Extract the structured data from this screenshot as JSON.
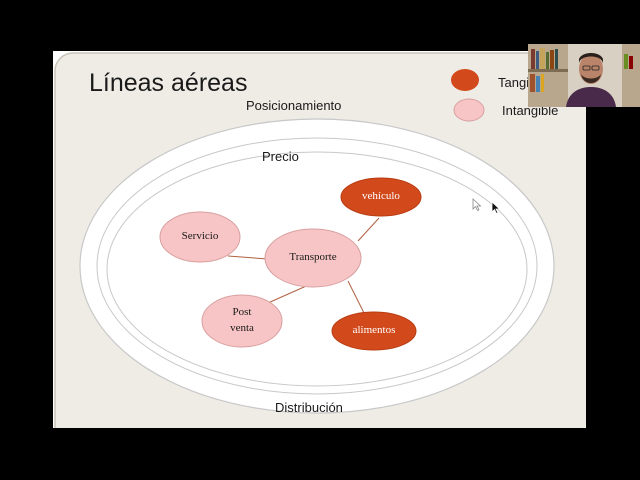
{
  "slide": {
    "title": "Líneas aéreas",
    "rings": {
      "outer": "Posicionamiento",
      "middle": "Precio",
      "bottom": "Distribución"
    },
    "legend": [
      {
        "label": "Tangible",
        "color": "#d24a1c"
      },
      {
        "label": "Intangible",
        "color": "#f7c5c5"
      }
    ],
    "nodes": {
      "center": "Transporte",
      "servicio": "Servicio",
      "postventa_line1": "Post",
      "postventa_line2": "venta",
      "vehiculo": "vehículo",
      "alimentos": "alimentos"
    }
  },
  "colors": {
    "tangible": "#d24a1c",
    "intangible": "#f7c5c5",
    "slide_bg": "#efece6",
    "ring_stroke": "#bbbbbb"
  }
}
